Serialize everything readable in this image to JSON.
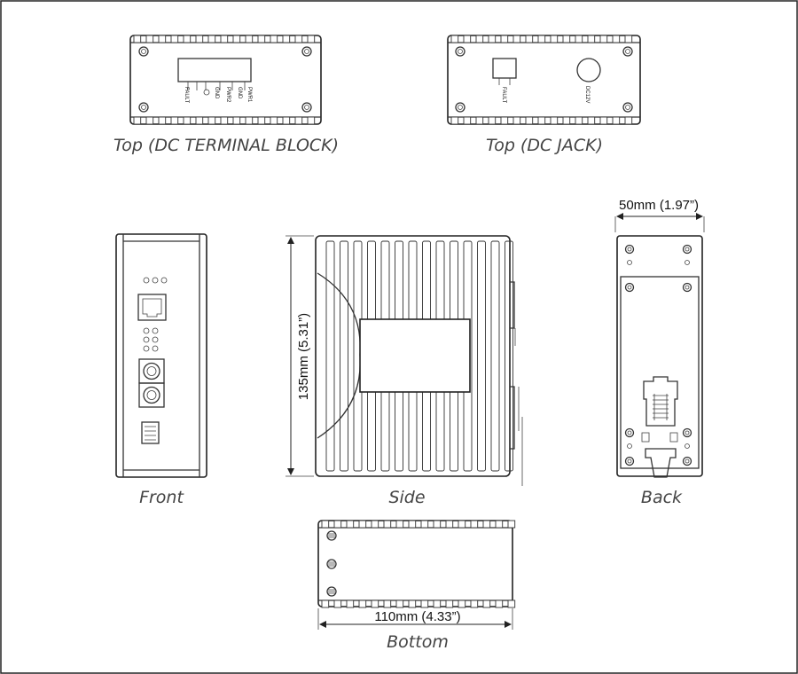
{
  "views": {
    "top_terminal": {
      "label": "Top (DC TERMINAL BLOCK)",
      "pins": [
        "FAULT",
        "GND",
        "PWR2",
        "GND",
        "PWR1"
      ]
    },
    "top_jack": {
      "label": "Top (DC JACK)",
      "fault": "FAULT",
      "dc_label": "DC12V"
    },
    "front": {
      "label": "Front"
    },
    "side": {
      "label": "Side"
    },
    "back": {
      "label": "Back"
    },
    "bottom": {
      "label": "Bottom"
    }
  },
  "dimensions": {
    "width": "50mm (1.97”)",
    "height": "135mm (5.31”)",
    "depth": "110mm (4.33”)"
  }
}
